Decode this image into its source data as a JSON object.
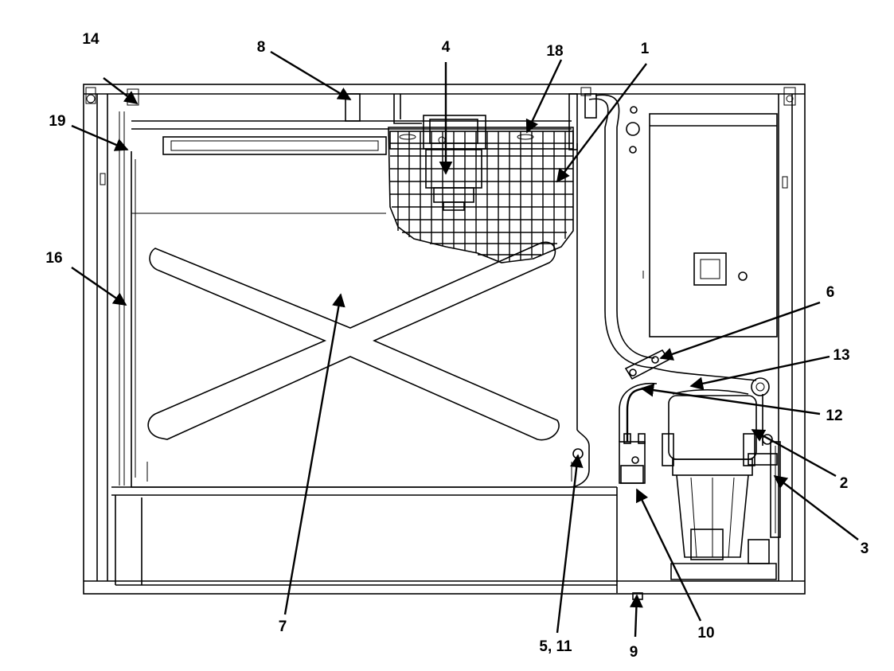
{
  "callouts": [
    {
      "id": "c1",
      "text": "1"
    },
    {
      "id": "c2",
      "text": "2"
    },
    {
      "id": "c3",
      "text": "3"
    },
    {
      "id": "c4",
      "text": "4"
    },
    {
      "id": "c5_11",
      "text": "5, 11"
    },
    {
      "id": "c6",
      "text": "6"
    },
    {
      "id": "c7",
      "text": "7"
    },
    {
      "id": "c8",
      "text": "8"
    },
    {
      "id": "c9",
      "text": "9"
    },
    {
      "id": "c10",
      "text": "10"
    },
    {
      "id": "c12",
      "text": "12"
    },
    {
      "id": "c13",
      "text": "13"
    },
    {
      "id": "c14",
      "text": "14"
    },
    {
      "id": "c16",
      "text": "16"
    },
    {
      "id": "c18",
      "text": "18"
    },
    {
      "id": "c19",
      "text": "19"
    }
  ]
}
